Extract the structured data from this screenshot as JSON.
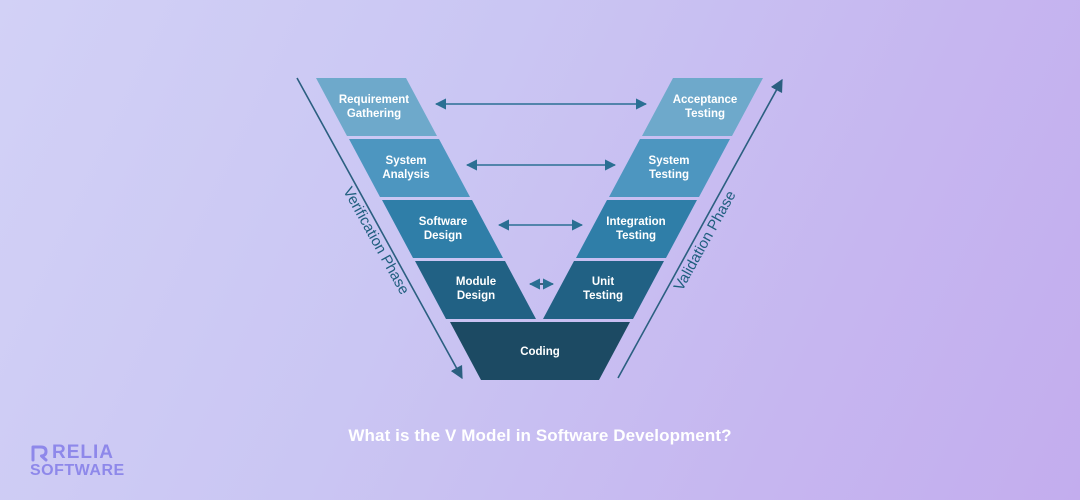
{
  "diagram": {
    "left_blocks": [
      {
        "line1": "Requirement",
        "line2": "Gathering"
      },
      {
        "line1": "System",
        "line2": "Analysis"
      },
      {
        "line1": "Software",
        "line2": "Design"
      },
      {
        "line1": "Module",
        "line2": "Design"
      }
    ],
    "right_blocks": [
      {
        "line1": "Acceptance",
        "line2": "Testing"
      },
      {
        "line1": "System",
        "line2": "Testing"
      },
      {
        "line1": "Integration",
        "line2": "Testing"
      },
      {
        "line1": "Unit",
        "line2": "Testing"
      }
    ],
    "bottom_block": "Coding",
    "left_phase": "Verification Phase",
    "right_phase": "Validation Phase",
    "colors": {
      "level_1": "#6ea9cb",
      "level_2": "#4d96c0",
      "level_3": "#2f7ea8",
      "level_4": "#216184",
      "bottom": "#1c4a63",
      "arrow": "#2a6f93",
      "phase_line": "#2b5f80"
    }
  },
  "caption": "What is the V Model in Software Development?",
  "logo": {
    "line1": "RELIA",
    "line2": "SOFTWARE"
  }
}
